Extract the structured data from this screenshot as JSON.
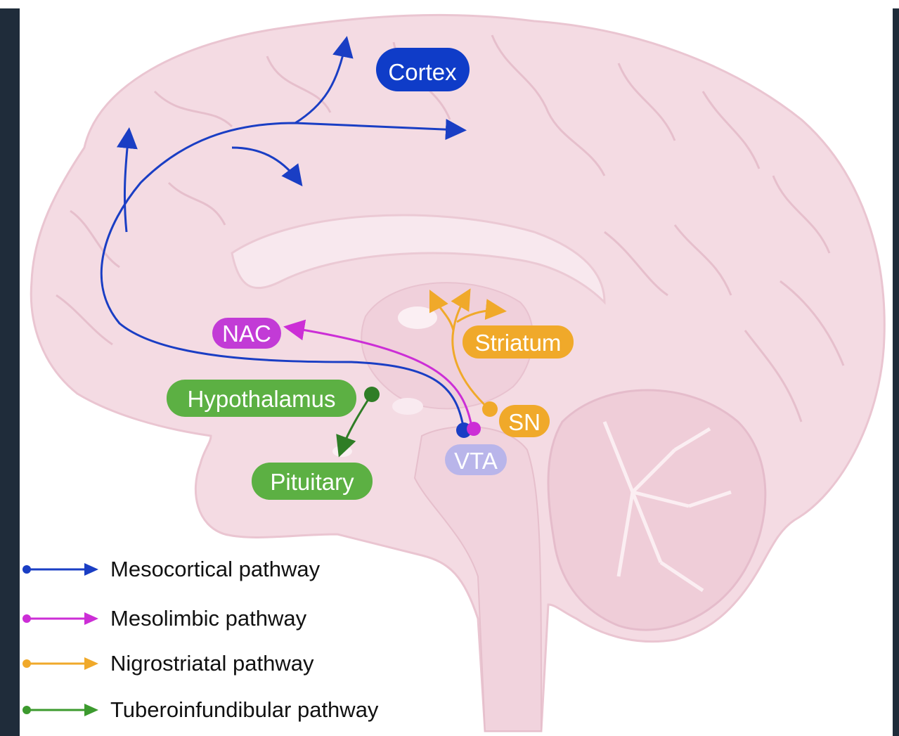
{
  "regions": {
    "cortex": "Cortex",
    "nac": "NAC",
    "striatum": "Striatum",
    "hypothalamus": "Hypothalamus",
    "sn": "SN",
    "vta": "VTA",
    "pituitary": "Pituitary"
  },
  "legend": [
    {
      "label": "Mesocortical pathway",
      "color": "#1a3ec4"
    },
    {
      "label": "Mesolimbic pathway",
      "color": "#cc2ed6"
    },
    {
      "label": "Nigrostriatal pathway",
      "color": "#f0a92a"
    },
    {
      "label": "Tuberoinfundibular pathway",
      "color": "#3c9a2e"
    }
  ],
  "colors": {
    "brain": "#f4dbe3",
    "brain_outline": "#eac5d1",
    "brain_inner": "#efcfda",
    "cortex_label": "#0f3cc8",
    "nac_label": "#c23bd6",
    "striatum_label": "#f0a92a",
    "green_label": "#5cb043",
    "vta_label": "#b9b5ea",
    "pituitary_arrow": "#2f7d26"
  }
}
